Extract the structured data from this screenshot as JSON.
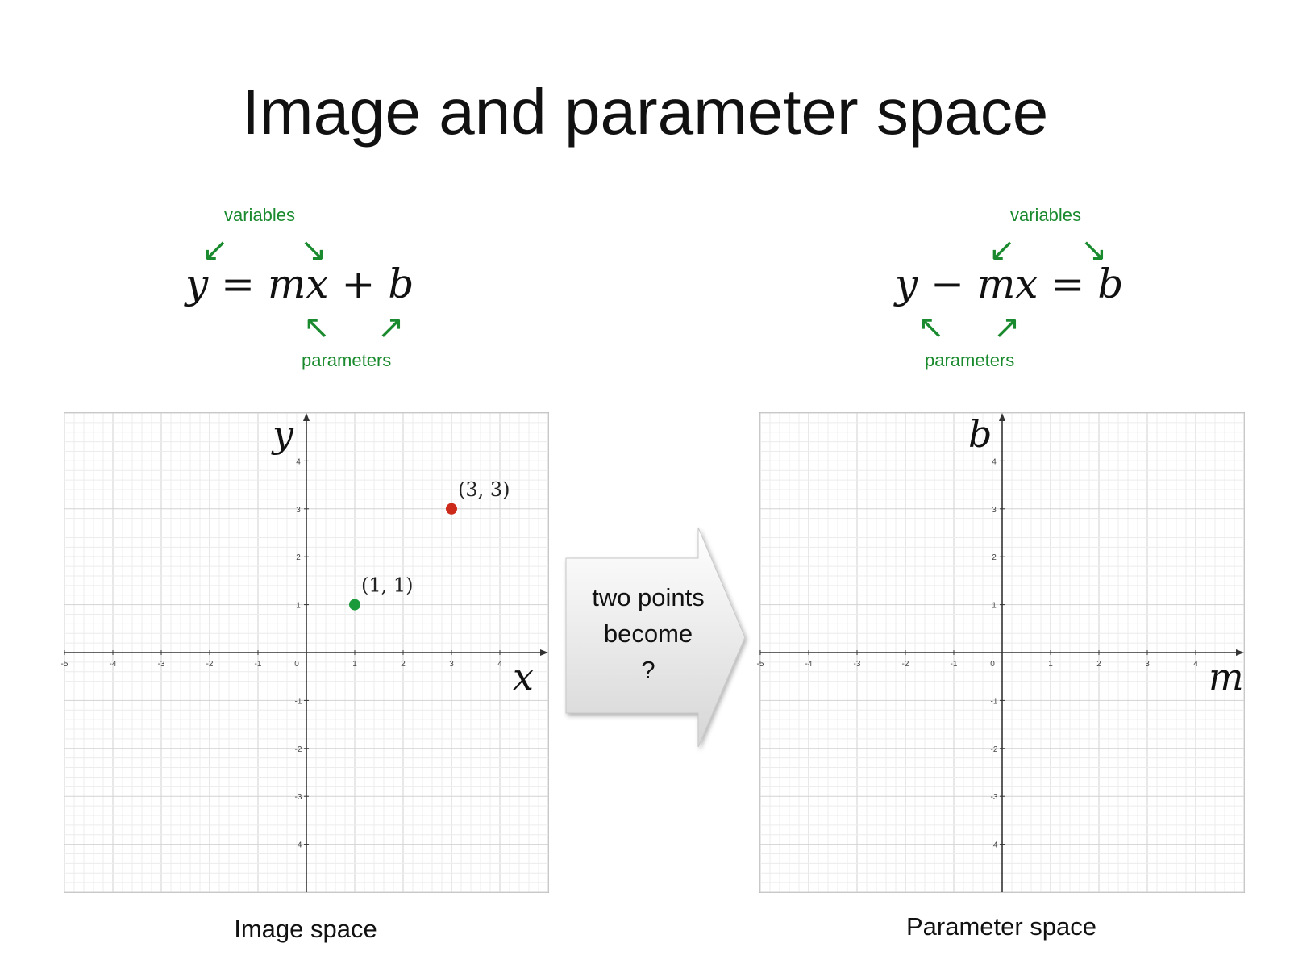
{
  "slide": {
    "title": "Image and parameter space"
  },
  "left_equation": {
    "y": "y",
    "eq_sign": "=",
    "mx": "mx",
    "plus": "+",
    "b": "b",
    "variables_label": "variables",
    "parameters_label": "parameters"
  },
  "right_equation": {
    "y": "y",
    "minus": "−",
    "mx": "mx",
    "eq_sign": "=",
    "b": "b",
    "variables_label": "variables",
    "parameters_label": "parameters"
  },
  "colors": {
    "annotation": "#1a8a2e",
    "point_green": "#1a9a3a",
    "point_red": "#cc2a1a",
    "grid_minor": "#ececec",
    "grid_major": "#d2d2d2",
    "axis": "#333333"
  },
  "image_space": {
    "caption": "Image space",
    "x_axis_label": "x",
    "y_axis_label": "y",
    "x_ticks": [
      "-5",
      "-4",
      "-3",
      "-2",
      "-1",
      "0",
      "1",
      "2",
      "3",
      "4"
    ],
    "y_ticks": [
      "4",
      "3",
      "2",
      "1",
      "-1",
      "-2",
      "-3",
      "-4"
    ],
    "xlim": [
      -5,
      5
    ],
    "ylim": [
      -5,
      5
    ],
    "points": [
      {
        "x": 1,
        "y": 1,
        "label": "(1, 1)",
        "color": "#1a9a3a"
      },
      {
        "x": 3,
        "y": 3,
        "label": "(3, 3)",
        "color": "#cc2a1a"
      }
    ]
  },
  "parameter_space": {
    "caption": "Parameter space",
    "x_axis_label": "m",
    "y_axis_label": "b",
    "x_ticks": [
      "-5",
      "-4",
      "-3",
      "-2",
      "-1",
      "0",
      "1",
      "2",
      "3",
      "4"
    ],
    "y_ticks": [
      "4",
      "3",
      "2",
      "1",
      "-1",
      "-2",
      "-3",
      "-4"
    ],
    "xlim": [
      -5,
      5
    ],
    "ylim": [
      -5,
      5
    ],
    "points": []
  },
  "callout": {
    "line1": "two points",
    "line2": "become",
    "line3": "?"
  }
}
